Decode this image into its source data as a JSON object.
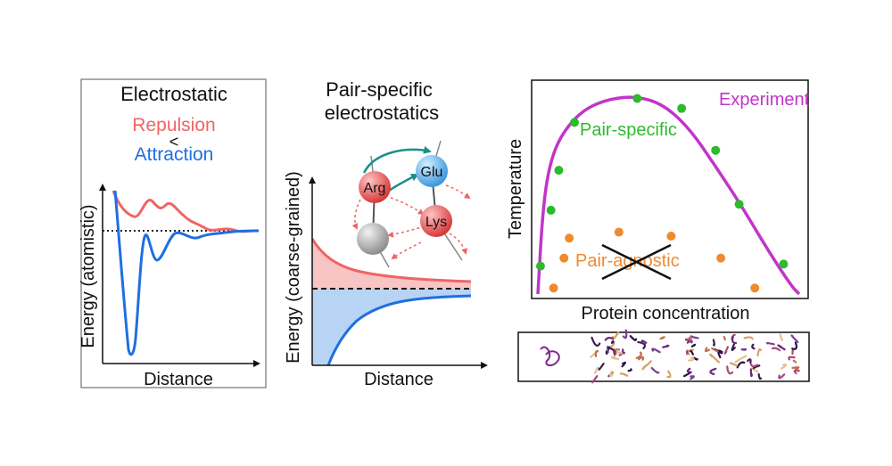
{
  "colors": {
    "repulsion": "#f06464",
    "attraction": "#1f6fe0",
    "experiment": "#c235c9",
    "pair_specific": "#2dbb2d",
    "pair_agnostic": "#f08a2e",
    "arrow_teal": "#1c8f8a",
    "arg_ball": "#e84a4a",
    "glu_ball": "#4aa6e8",
    "lys_ball": "#e84a4a",
    "gray_ball": "#a8a8a8"
  },
  "left_panel": {
    "title": "Electrostatic",
    "repulsion": "Repulsion",
    "less_than": "<",
    "attraction": "Attraction",
    "xlabel": "Distance",
    "ylabel": "Energy (atomistic)"
  },
  "middle_panel": {
    "title_line1": "Pair-specific",
    "title_line2": "electrostatics",
    "xlabel": "Distance",
    "ylabel": "Energy (coarse-grained)",
    "residues": {
      "arg": "Arg",
      "glu": "Glu",
      "lys": "Lys"
    }
  },
  "right_panel": {
    "experiment": "Experiment",
    "pair_specific": "Pair-specific",
    "pair_agnostic": "Pair-agnostic",
    "xlabel": "Protein concentration",
    "ylabel": "Temperature"
  },
  "chart_data": {
    "type": "scatter",
    "xlabel": "Protein concentration",
    "ylabel": "Temperature",
    "series": [
      {
        "name": "Experiment",
        "kind": "line",
        "x": [
          0.0,
          0.02,
          0.05,
          0.1,
          0.18,
          0.28,
          0.38,
          0.48,
          0.58,
          0.68,
          0.78,
          0.88,
          0.97,
          1.0
        ],
        "y": [
          0.0,
          0.45,
          0.68,
          0.82,
          0.93,
          0.98,
          0.99,
          0.95,
          0.83,
          0.64,
          0.44,
          0.22,
          0.04,
          0.0
        ]
      },
      {
        "name": "Pair-specific",
        "kind": "points",
        "x": [
          0.01,
          0.05,
          0.08,
          0.14,
          0.38,
          0.55,
          0.68,
          0.77,
          0.94
        ],
        "y": [
          0.14,
          0.42,
          0.62,
          0.86,
          0.98,
          0.93,
          0.72,
          0.45,
          0.15
        ]
      },
      {
        "name": "Pair-agnostic",
        "kind": "points",
        "x": [
          0.06,
          0.1,
          0.12,
          0.31,
          0.51,
          0.7,
          0.83
        ],
        "y": [
          0.03,
          0.18,
          0.28,
          0.31,
          0.29,
          0.18,
          0.03
        ]
      }
    ]
  }
}
